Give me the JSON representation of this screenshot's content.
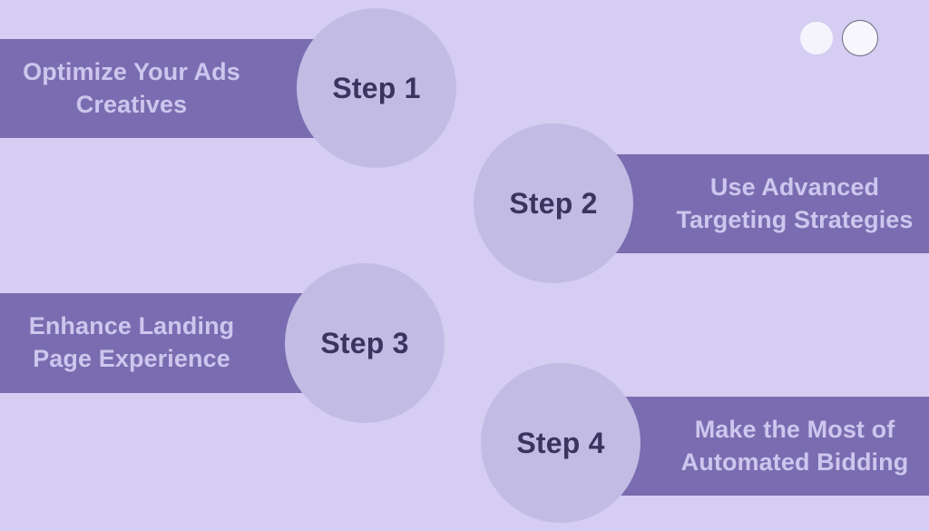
{
  "diagram": {
    "title": "Four-step process infographic",
    "colors": {
      "background": "#d5cdf2",
      "bar": "#7a6cb0",
      "bar_text": "#cdc6ee",
      "circle": "#c2bbe4",
      "circle_text": "#3c3460",
      "dot_fill": "#f5f4fc",
      "dot_outline": "#6b6780"
    },
    "steps": [
      {
        "badge": "Step 1",
        "label": "Optimize Your Ads\nCreatives",
        "side": "left"
      },
      {
        "badge": "Step 2",
        "label": "Use Advanced\nTargeting Strategies",
        "side": "right"
      },
      {
        "badge": "Step 3",
        "label": "Enhance Landing\nPage Experience",
        "side": "left"
      },
      {
        "badge": "Step 4",
        "label": "Make the Most of\nAutomated Bidding",
        "side": "right"
      }
    ],
    "decorations": {
      "dot_filled_name": "filled-circle-decoration",
      "dot_outlined_name": "outlined-circle-decoration"
    }
  }
}
